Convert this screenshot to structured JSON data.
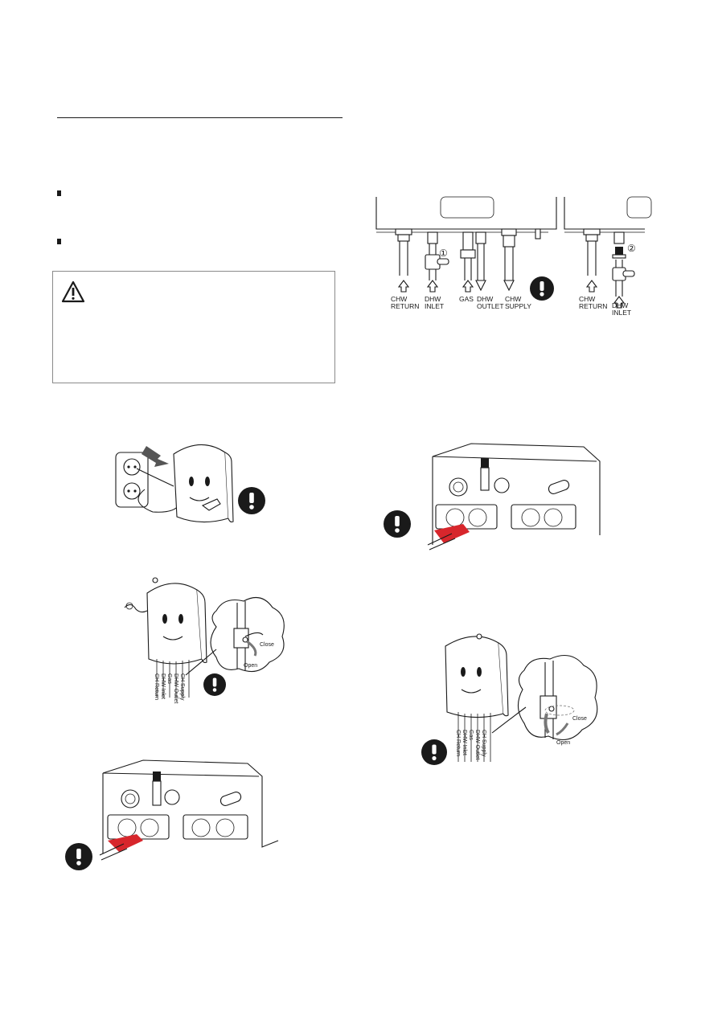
{
  "colors": {
    "ink": "#1a1a1a",
    "accent_red": "#d7262c",
    "box_border": "#8a8a8a"
  },
  "icons": [
    "warning-triangle-icon",
    "mandatory-exclamation-icon"
  ],
  "connections_figure": {
    "labels_set1": {
      "chw_return": "CHW\nRETURN",
      "dhw_inlet": "DHW\nINLET",
      "gas": "GAS",
      "dhw_outlet": "DHW\nOUTLET",
      "chw_supply": "CHW\nSUPPLY"
    },
    "labels_set2": {
      "chw_return": "CHW\nRETURN",
      "dhw_inlet": "DHW\nINLET"
    },
    "marker_1": "①",
    "marker_2": "②"
  },
  "valve_figure_left": {
    "pipes": [
      "CH Return",
      "DHW Inlet",
      "Gas",
      "DHW Outlet",
      "CH Supply"
    ],
    "close": "Close",
    "open": "Open"
  },
  "valve_figure_right": {
    "pipes": [
      "CH Return",
      "DHW Inlet",
      "Gas",
      "DHW Outlet",
      "CH Supply"
    ],
    "close": "Close",
    "open": "Open"
  }
}
